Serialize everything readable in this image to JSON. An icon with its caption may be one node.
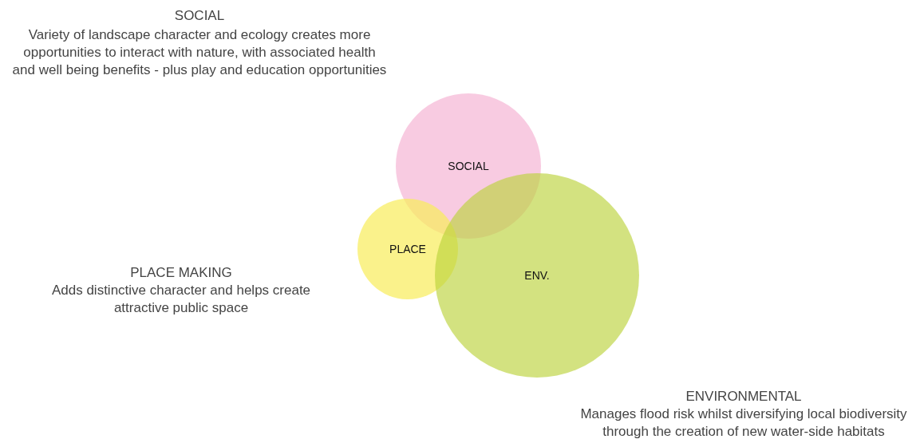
{
  "diagram": {
    "nodes": [
      {
        "text": [
          "SOCIAL"
        ]
      },
      {
        "text": [
          "PLACE"
        ]
      },
      {
        "text": [
          "ENV."
        ]
      }
    ],
    "labels": [
      "SOCIAL",
      "Variety of landscape character and ecology creates more opportunities to interact with nature, with associated health and well being benefits - plus play and education opportunities",
      "PLACE MAKING",
      "Adds distinctive character and helps create attractive public space",
      "ENVIRONMENTAL",
      "Manages flood risk whilst diversifying local biodiversity through the creation of new water-side habitats"
    ]
  }
}
